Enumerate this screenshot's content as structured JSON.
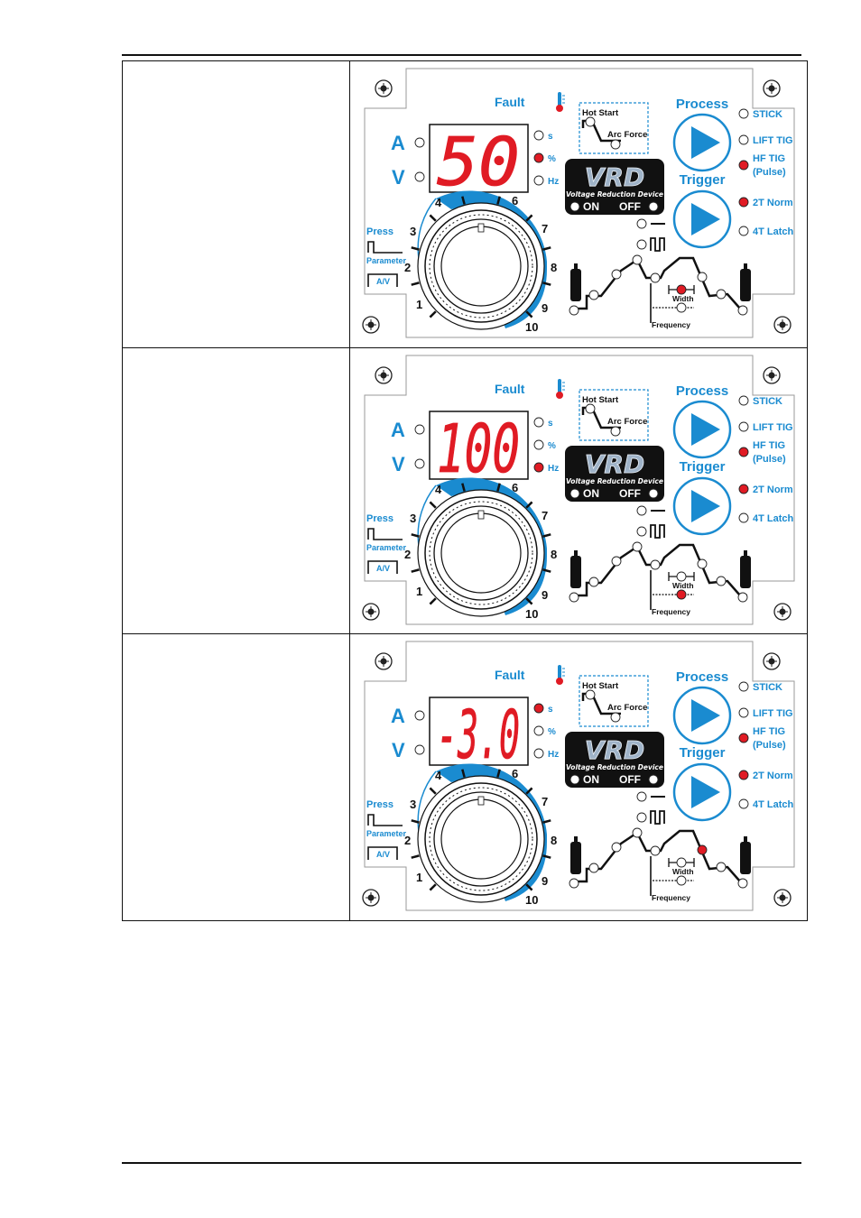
{
  "panel_labels": {
    "fault": "Fault",
    "amps": "A",
    "volts": "V",
    "unit_s": "s",
    "unit_pct": "%",
    "unit_hz": "Hz",
    "hot_start": "Hot Start",
    "arc_force": "Arc Force",
    "vrd_logo": "VRD",
    "vrd_caption": "Voltage Reduction Device",
    "vrd_on": "ON",
    "vrd_off": "OFF",
    "process": "Process",
    "trigger": "Trigger",
    "stick": "STICK",
    "lift_tig": "LIFT TIG",
    "hf_tig": "HF TIG",
    "pulse": "(Pulse)",
    "two_t": "2T Norm",
    "four_t": "4T Latch",
    "press": "Press",
    "parameter": "Parameter",
    "av": "A/V",
    "width": "Width",
    "frequency": "Frequency",
    "dial": [
      "1",
      "2",
      "3",
      "4",
      "6",
      "7",
      "8",
      "9",
      "10"
    ]
  },
  "colors": {
    "accent": "#1a8bd0",
    "led_on": "#e01b24",
    "display_bg": "#111111",
    "digit": "#e01b24"
  },
  "rows": [
    {
      "display": "50",
      "led_on": [
        "pct",
        "hf_tig",
        "two_t",
        "width"
      ]
    },
    {
      "display": "100",
      "led_on": [
        "hz",
        "hf_tig",
        "two_t",
        "frequency"
      ]
    },
    {
      "display": "-3.0",
      "led_on": [
        "s",
        "hf_tig",
        "two_t",
        "downslope"
      ]
    }
  ]
}
